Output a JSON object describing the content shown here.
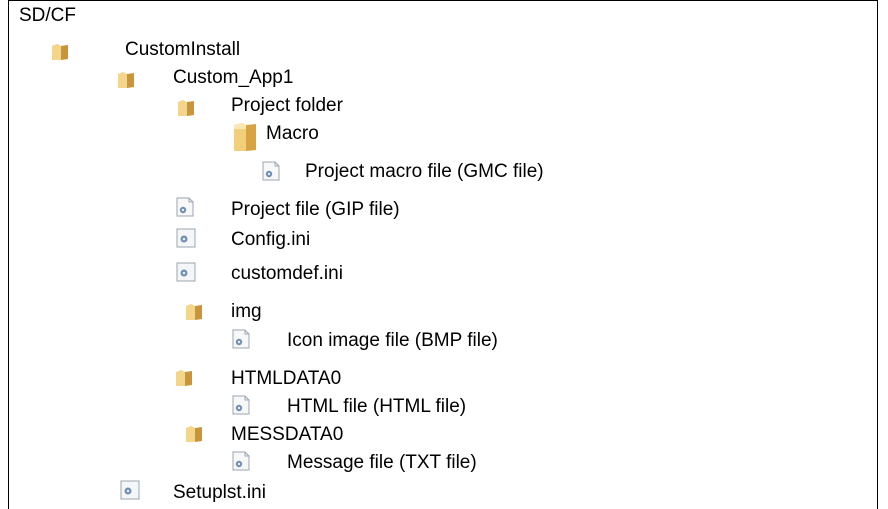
{
  "tree": {
    "root_label": "SD/CF",
    "nodes": [
      {
        "label": "CustomInstall",
        "icon": "folder-icon"
      },
      {
        "label": "Custom_App1",
        "icon": "folder-icon"
      },
      {
        "label": "Project folder",
        "icon": "folder-icon"
      },
      {
        "label": "Macro",
        "icon": "folder-open-icon"
      },
      {
        "label": "Project macro file (GMC file)",
        "icon": "settings-file-icon"
      },
      {
        "label": "Project file (GIP file)",
        "icon": "settings-file-icon"
      },
      {
        "label": "Config.ini",
        "icon": "settings-file-icon"
      },
      {
        "label": "customdef.ini",
        "icon": "settings-file-icon"
      },
      {
        "label": "img",
        "icon": "folder-icon"
      },
      {
        "label": "Icon image file (BMP file)",
        "icon": "settings-file-icon"
      },
      {
        "label": "HTMLDATA0",
        "icon": "folder-icon"
      },
      {
        "label": "HTML file (HTML file)",
        "icon": "settings-file-icon"
      },
      {
        "label": "MESSDATA0",
        "icon": "folder-icon"
      },
      {
        "label": "Message file (TXT file)",
        "icon": "settings-file-icon"
      },
      {
        "label": "Setuplst.ini",
        "icon": "settings-file-icon"
      }
    ]
  }
}
